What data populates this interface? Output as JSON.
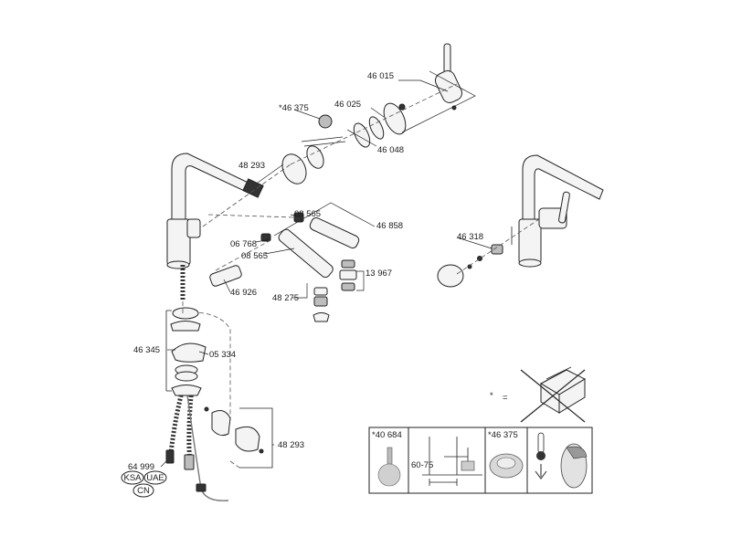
{
  "labels": {
    "p46015": "46 015",
    "p46025": "46 025",
    "p46375": "*46 375",
    "p46048": "46 048",
    "p48293a": "48 293",
    "p08565a": "08 565",
    "p46858": "46 858",
    "p06768": "06 768",
    "p08565b": "08 565",
    "p13967": "13 967",
    "p46926": "46 926",
    "p48275": "48 275",
    "p46318": "46 318",
    "p46345": "46 345",
    "p05334": "05 334",
    "p48293b": "48 293",
    "p64999": "64 999"
  },
  "badges": {
    "ksa": "KSA",
    "uae": "UAE",
    "cn": "CN"
  },
  "legend": {
    "asterisk": "*",
    "equals": "="
  },
  "infobox": {
    "cell1": "*40 684",
    "dim": "60-75",
    "cell3": "*46 375"
  }
}
